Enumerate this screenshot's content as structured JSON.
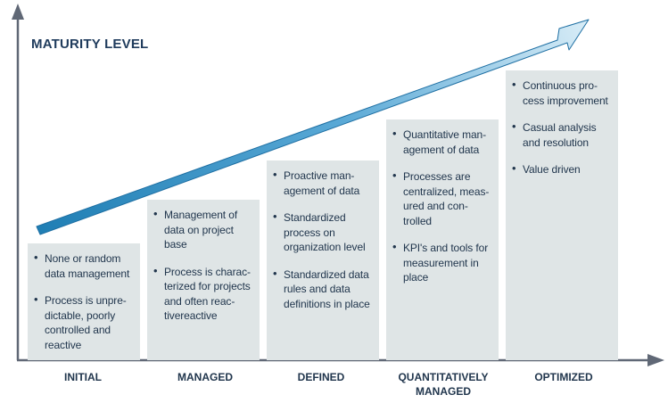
{
  "title": "MATURITY LEVEL",
  "colors": {
    "axis": "#606876",
    "box": "#dfe5e6",
    "text": "#21364d",
    "arrow_dark": "#1f7eb4",
    "arrow_light": "#d9edf7"
  },
  "stages": [
    {
      "label": "INITIAL",
      "bullets": [
        "None  or random data management",
        "Process is unpre-dictable, poorly controlled and reactive"
      ]
    },
    {
      "label": "MANAGED",
      "bullets": [
        "Management of data on project base",
        "Process is charac-terized for projects and often reac-tivereactive"
      ]
    },
    {
      "label": "DEFINED",
      "bullets": [
        "Proactive man-agement of data",
        "Standardized process on organization level",
        "Standardized data rules and data definitions in place"
      ]
    },
    {
      "label": "QUANTITATIVELY MANAGED",
      "bullets": [
        "Quantitative man-agement of data",
        "Processes are centralized, meas-ured and con-trolled",
        "KPI's  and tools for measurement in place"
      ]
    },
    {
      "label": "OPTIMIZED",
      "bullets": [
        "Continuous pro-cess improvement",
        "Casual analysis and resolution",
        " Value driven"
      ]
    }
  ]
}
